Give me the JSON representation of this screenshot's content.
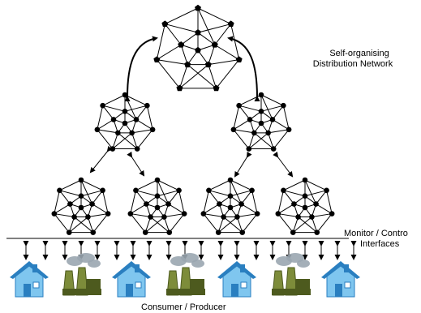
{
  "labels": {
    "network_line1": "Self-organising",
    "network_line2": "Distribution Network",
    "monitor_line1": "Monitor / Contro",
    "monitor_line2": "Interfaces",
    "consumer": "Consumer / Producer"
  },
  "colors": {
    "node": "#000000",
    "edge": "#000000",
    "house_light": "#7fc6ef",
    "house_dark": "#2a7fc0",
    "factory_body": "#7d8c3a",
    "factory_dark": "#4d5a1e",
    "smoke": "#9aa6b0"
  },
  "icons": [
    "house-icon",
    "factory-icon",
    "house-icon",
    "factory-icon",
    "house-icon",
    "factory-icon",
    "house-icon"
  ]
}
